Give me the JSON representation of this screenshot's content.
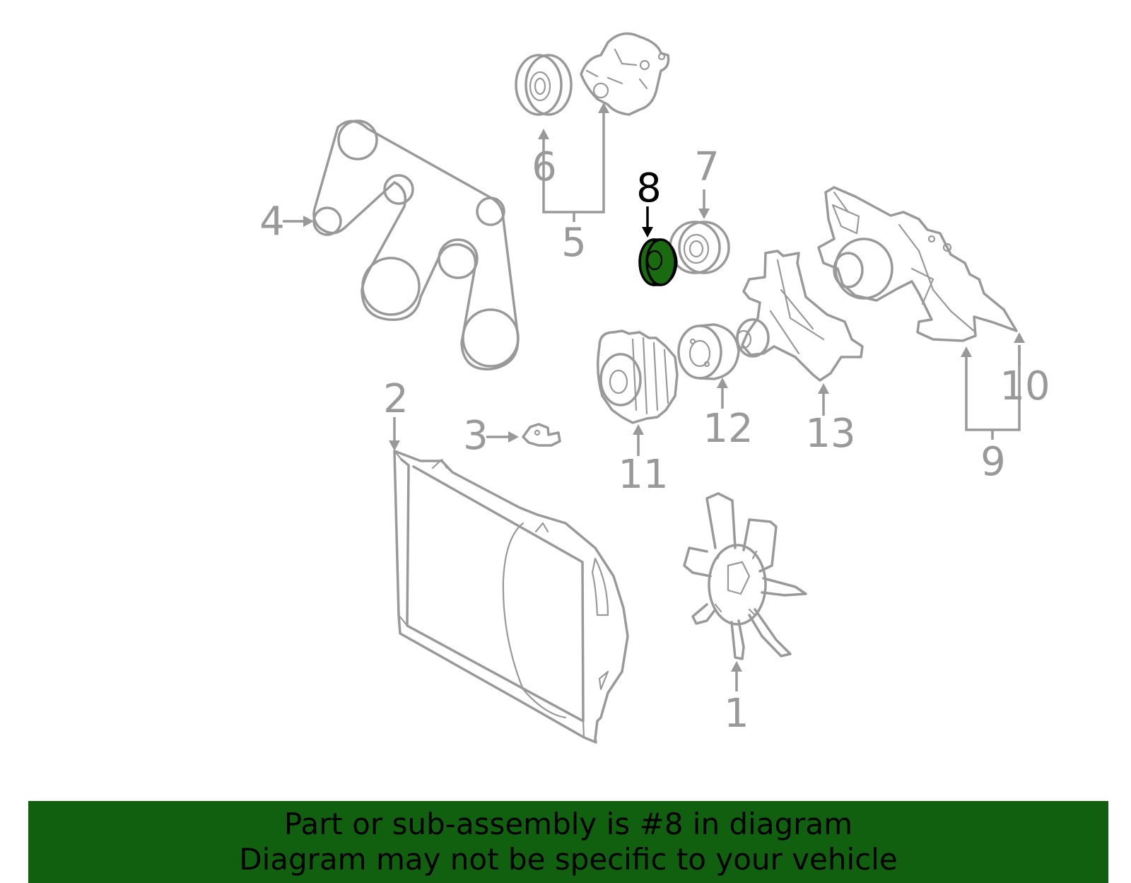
{
  "diagram": {
    "highlight_color": "#1a6a10",
    "line_color": "#999999",
    "callouts": [
      {
        "id": "1",
        "label": "1"
      },
      {
        "id": "2",
        "label": "2"
      },
      {
        "id": "3",
        "label": "3"
      },
      {
        "id": "4",
        "label": "4"
      },
      {
        "id": "5",
        "label": "5"
      },
      {
        "id": "6",
        "label": "6"
      },
      {
        "id": "7",
        "label": "7"
      },
      {
        "id": "8",
        "label": "8",
        "highlighted": true
      },
      {
        "id": "9",
        "label": "9"
      },
      {
        "id": "10",
        "label": "10"
      },
      {
        "id": "11",
        "label": "11"
      },
      {
        "id": "12",
        "label": "12"
      },
      {
        "id": "13",
        "label": "13"
      }
    ]
  },
  "banner": {
    "background": "#106010",
    "line1": "Part or sub-assembly is #8 in diagram",
    "line2": "Diagram may not be specific to your vehicle"
  }
}
